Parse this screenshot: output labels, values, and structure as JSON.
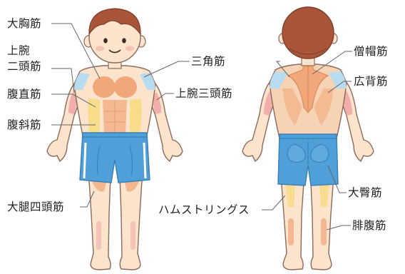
{
  "labels": {
    "pectoralis_major": "大胸筋",
    "biceps_line1": "上腕",
    "biceps_line2": "二頭筋",
    "rectus_abdominis": "腹直筋",
    "obliques": "腹斜筋",
    "quadriceps": "大腿四頭筋",
    "deltoid": "三角筋",
    "triceps": "上腕三頭筋",
    "trapezius": "僧帽筋",
    "latissimus_dorsi": "広背筋",
    "gluteus_maximus": "大臀筋",
    "hamstrings": "ハムストリングス",
    "gastrocnemius": "腓腹筋"
  },
  "colors": {
    "skin": "#fbe3cc",
    "outline": "#8b6a5b",
    "hair": "#a8553a",
    "muscle_orange": "#f1a77a",
    "muscle_pink": "#f0a4a4",
    "muscle_yellow": "#f8dc8a",
    "muscle_blue": "#b8dcef",
    "shorts": "#4f9fd8",
    "shorts_trim": "#ffffff",
    "leader_line": "#666666"
  }
}
